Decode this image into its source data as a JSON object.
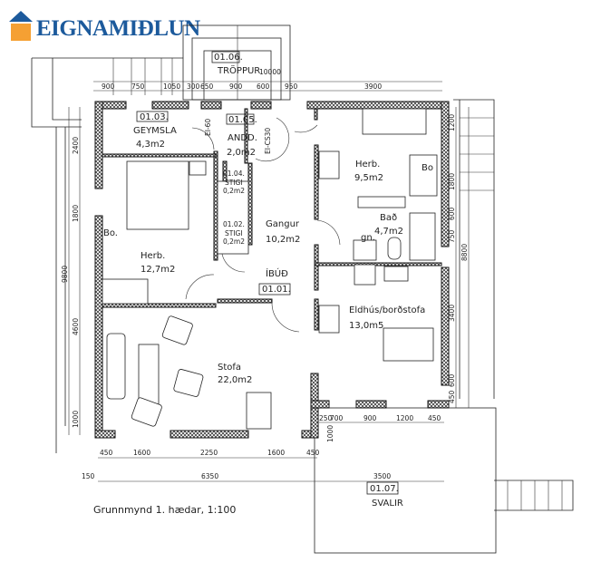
{
  "brand": {
    "name": "EIGNAMIÐLUN",
    "colors": {
      "blue": "#1c5a9c",
      "orange": "#f5a033"
    }
  },
  "caption": "Grunnmynd 1. hædar, 1:100",
  "rooms": [
    {
      "id": "01.03.",
      "name": "GEYMSLA",
      "area": "4,3m2"
    },
    {
      "id": "01.05.",
      "name": "ANDD.",
      "area": "2,0m2"
    },
    {
      "id": "01.04.",
      "name": "STIGI",
      "area": "0,2m2"
    },
    {
      "id": "01.02.",
      "name": "STIGI",
      "area": "0,2m2"
    },
    {
      "id": "",
      "name": "Herb.",
      "area": "9,5m2"
    },
    {
      "id": "",
      "name": "Bað",
      "area": "4,7m2"
    },
    {
      "id": "",
      "name": "Gangur",
      "area": "10,2m2"
    },
    {
      "id": "",
      "name": "Herb.",
      "area": "12,7m2"
    },
    {
      "id": "01.01.",
      "name": "ÍBÚÐ",
      "area": ""
    },
    {
      "id": "",
      "name": "Eldhús/borðstofa",
      "area": "13,0m5"
    },
    {
      "id": "",
      "name": "Stofa",
      "area": "22,0m2"
    },
    {
      "id": "01.06.",
      "name": "TRÖPPUR",
      "area": ""
    },
    {
      "id": "01.07.",
      "name": "SVALIR",
      "area": ""
    }
  ],
  "labels": {
    "bo_left": "Bo.",
    "bo_right": "Bo",
    "gn": "gn.",
    "door_code_1": "EI-60",
    "door_code_2": "EI-CS30",
    "top_extra": "10000"
  },
  "dimensions": {
    "top": [
      "900",
      "750",
      "1050",
      "300",
      "650",
      "900",
      "600",
      "950",
      "3900"
    ],
    "left": [
      "2400",
      "1800",
      "9800",
      "4600",
      "1000"
    ],
    "right": [
      "1200",
      "1800",
      "600",
      "750",
      "8800",
      "3400",
      "600",
      "450"
    ],
    "bottom": [
      "450",
      "1600",
      "2250",
      "1600",
      "450"
    ],
    "bottom_total": [
      "150",
      "6350",
      "3500"
    ],
    "balcony": [
      "250",
      "700",
      "900",
      "1200",
      "450",
      "1000"
    ]
  }
}
